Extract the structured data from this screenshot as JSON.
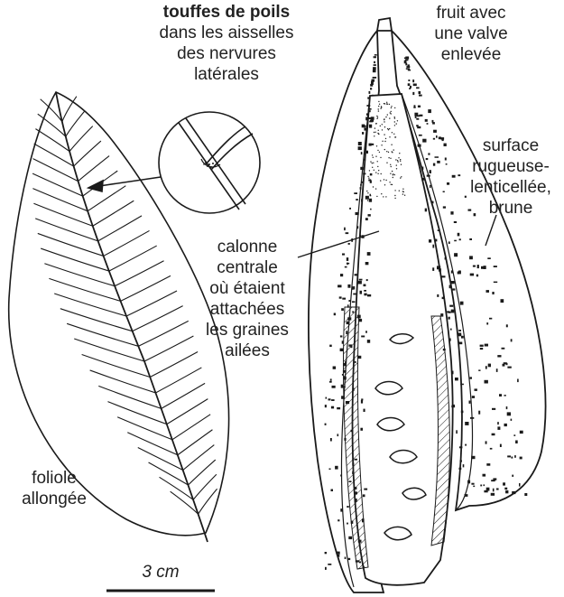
{
  "labels": {
    "tufts_title": "touffes de poils",
    "tufts_lines": [
      "dans les aisselles",
      "des nervures",
      "latérales"
    ],
    "fruit_lines": [
      "fruit avec",
      "une valve",
      "enlevée"
    ],
    "surface_lines": [
      "surface",
      "rugueuse-",
      "lenticellée,",
      "brune"
    ],
    "column_lines": [
      "calonne",
      "centrale",
      "où étaient",
      "attachées",
      "les graines",
      "ailées"
    ],
    "leaflet_lines": [
      "foliole",
      "allongée"
    ],
    "scale": "3 cm"
  },
  "colors": {
    "ink": "#1a1a1a",
    "paper": "#ffffff"
  }
}
